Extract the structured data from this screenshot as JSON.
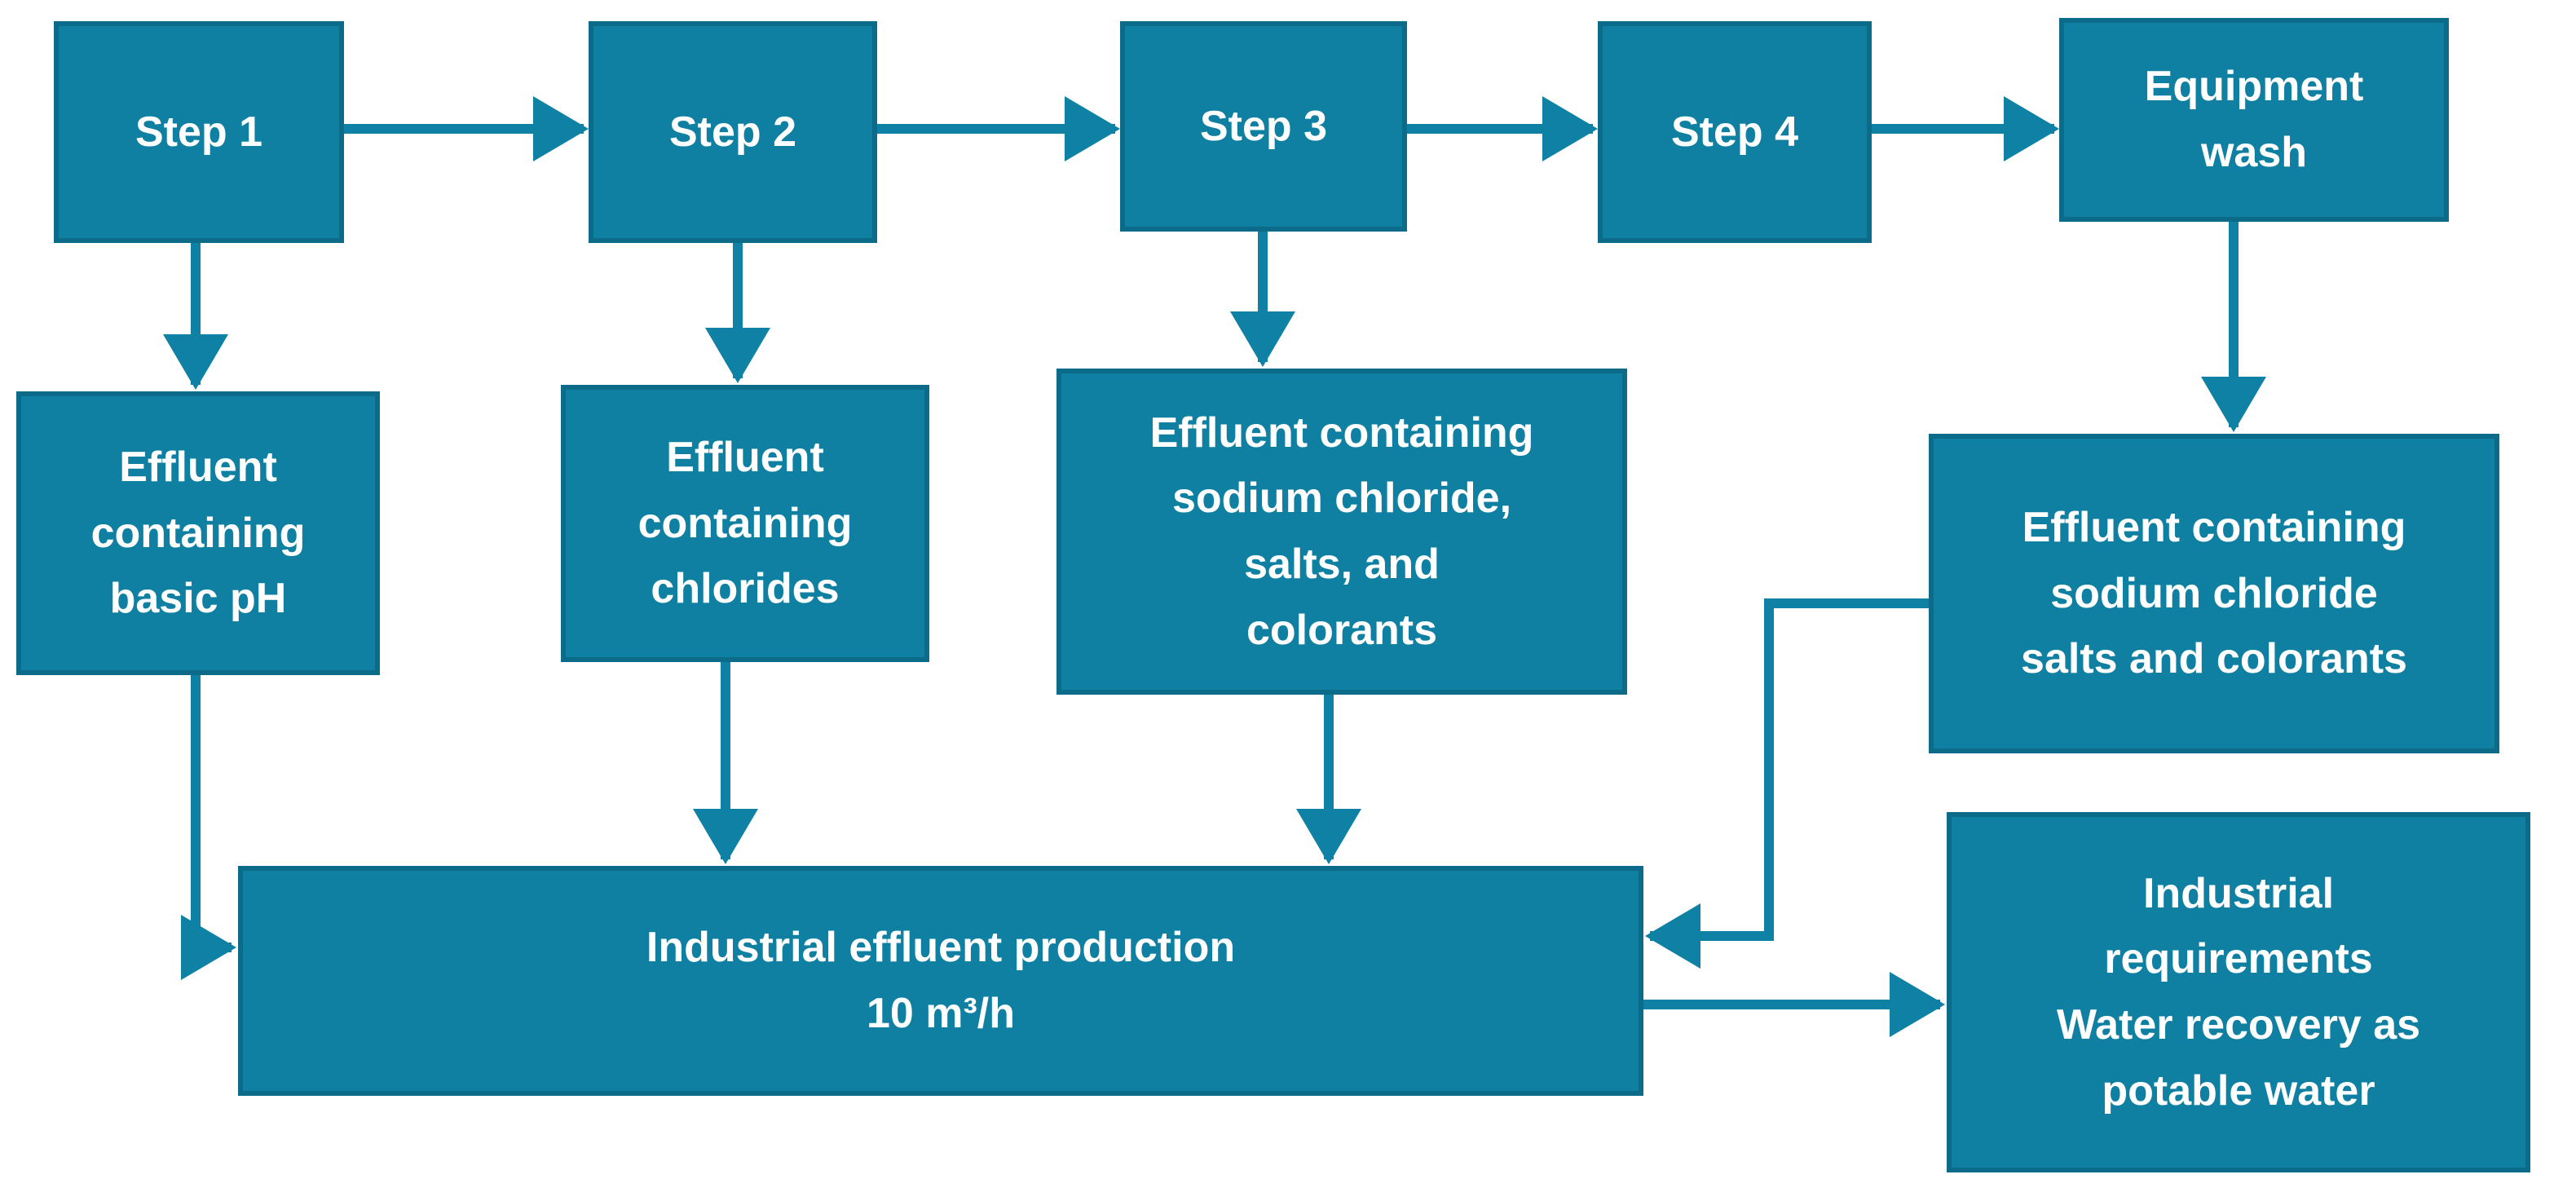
{
  "colors": {
    "box_fill": "#0f80a1",
    "box_border": "#0b6b88",
    "arrow": "#0e81a4",
    "text": "#ffffff",
    "background": "#ffffff"
  },
  "nodes": {
    "step1": {
      "lines": [
        "Step 1"
      ]
    },
    "step2": {
      "lines": [
        "Step 2"
      ]
    },
    "step3": {
      "lines": [
        "Step 3"
      ]
    },
    "step4": {
      "lines": [
        "Step 4"
      ]
    },
    "equipment_wash": {
      "lines": [
        "Equipment",
        "wash"
      ]
    },
    "effluent_step1": {
      "lines": [
        "Effluent",
        "containing",
        "basic pH"
      ]
    },
    "effluent_step2": {
      "lines": [
        "Effluent",
        "containing",
        "chlorides"
      ]
    },
    "effluent_step3": {
      "lines": [
        "Effluent containing",
        "sodium chloride,",
        "salts, and",
        "colorants"
      ]
    },
    "effluent_wash": {
      "lines": [
        "Effluent containing",
        "sodium chloride",
        "salts and colorants"
      ]
    },
    "production": {
      "lines": [
        "Industrial effluent production",
        "10 m³/h"
      ]
    },
    "requirements": {
      "lines": [
        "Industrial",
        "requirements",
        "Water recovery as",
        "potable water"
      ]
    }
  },
  "edges": [
    {
      "from": "step1",
      "to": "step2"
    },
    {
      "from": "step2",
      "to": "step3"
    },
    {
      "from": "step3",
      "to": "step4"
    },
    {
      "from": "step4",
      "to": "equipment_wash"
    },
    {
      "from": "step1",
      "to": "effluent_step1"
    },
    {
      "from": "step2",
      "to": "effluent_step2"
    },
    {
      "from": "step3",
      "to": "effluent_step3"
    },
    {
      "from": "equipment_wash",
      "to": "effluent_wash"
    },
    {
      "from": "effluent_step1",
      "to": "production"
    },
    {
      "from": "effluent_step2",
      "to": "production"
    },
    {
      "from": "effluent_step3",
      "to": "production"
    },
    {
      "from": "effluent_wash",
      "to": "production"
    },
    {
      "from": "production",
      "to": "requirements"
    }
  ]
}
